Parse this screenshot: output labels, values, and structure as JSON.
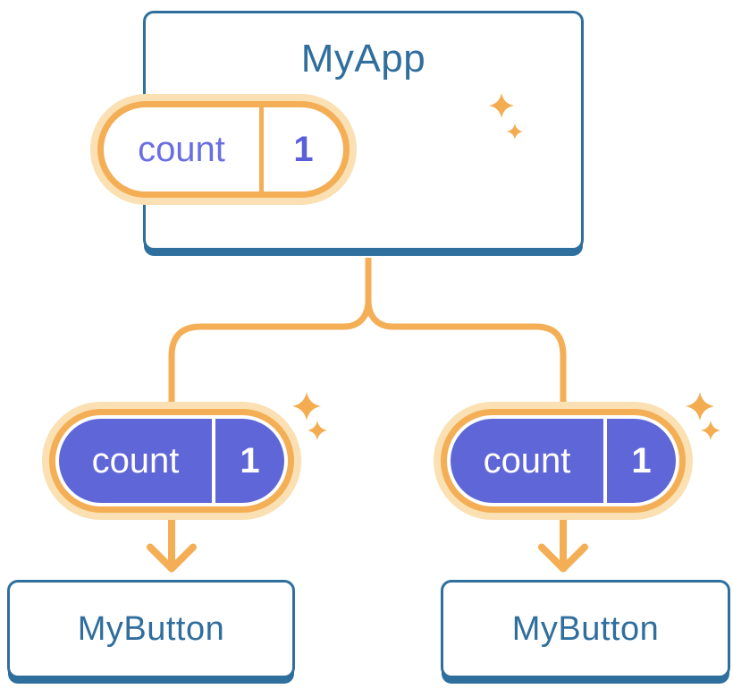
{
  "colors": {
    "card_border_blue": "#2E6F9E",
    "title_blue": "#2F6E9D",
    "accent_orange": "#F4AE55",
    "orange_glow": "#FAE0B2",
    "pill_purple": "#5F66D8",
    "pill_label_purple": "#6A6EE2",
    "pill_value_purple": "#5A5FD8",
    "pill_text_white": "#FFFFFF",
    "card_background": "#FFFFFF"
  },
  "diagram": {
    "root": {
      "title": "MyApp",
      "state": {
        "label": "count",
        "value": "1"
      }
    },
    "children": [
      {
        "title": "MyButton",
        "state": {
          "label": "count",
          "value": "1"
        }
      },
      {
        "title": "MyButton",
        "state": {
          "label": "count",
          "value": "1"
        }
      }
    ]
  }
}
